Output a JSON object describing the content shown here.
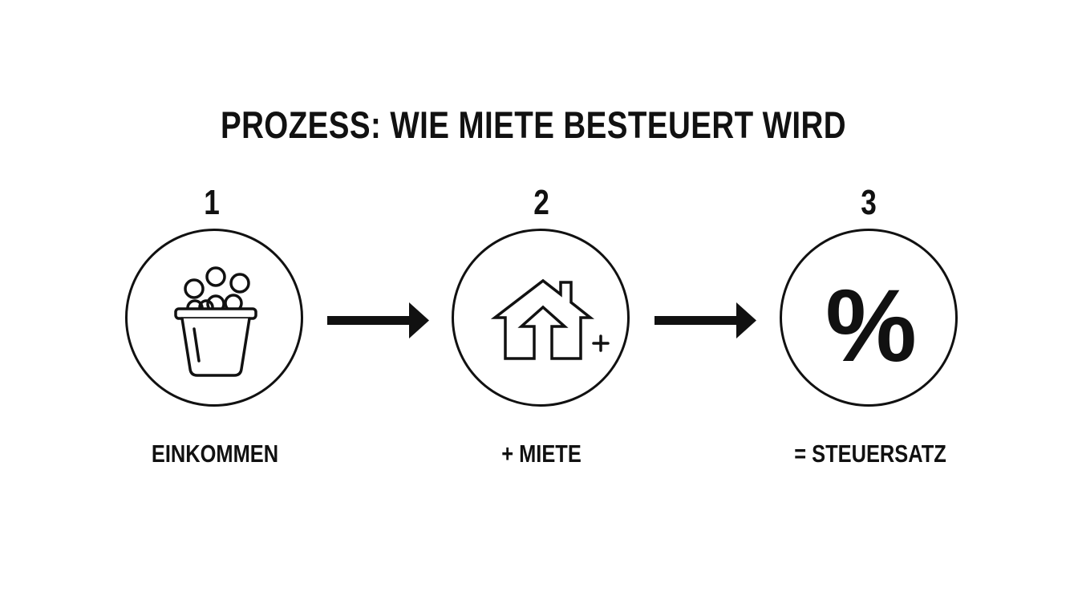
{
  "title": "PROZESS: WIE MIETE BESTEUERT WIRD",
  "steps": [
    {
      "number": "1",
      "label": "EINKOMMEN",
      "icon": "coin-bucket-icon"
    },
    {
      "number": "2",
      "label": "+ MIETE",
      "icon": "house-plus-icon"
    },
    {
      "number": "3",
      "label": "= STEUERSATZ",
      "icon": "percent-icon",
      "symbol": "%"
    }
  ],
  "colors": {
    "stroke": "#111111",
    "background": "#ffffff"
  }
}
